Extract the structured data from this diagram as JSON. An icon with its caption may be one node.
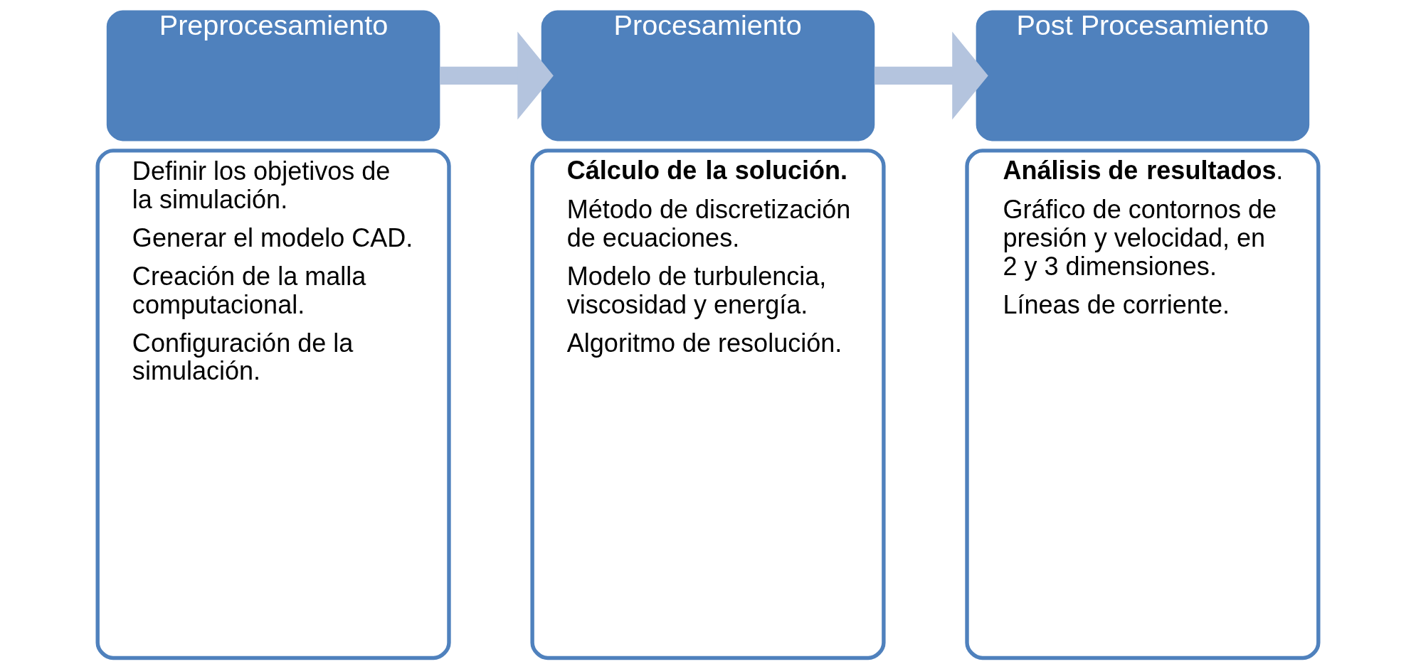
{
  "diagram": {
    "nodes": [
      {
        "text": [
          "Preprocesamiento"
        ]
      },
      {
        "text": [
          "Definir los objetivos de la simulación.",
          "Generar el modelo CAD.",
          "Creación de la malla computacional.",
          "Configuración de la simulación."
        ]
      },
      {
        "text": [
          "Procesamiento"
        ]
      },
      {
        "text": [
          "**Cálculo de la solución.**",
          "Método de discretización de ecuaciones.",
          "Modelo de turbulencia, viscosidad y energía.",
          "Algoritmo de resolución."
        ]
      },
      {
        "text": [
          "Post Procesamiento"
        ]
      },
      {
        "text": [
          "**Análisis de resultados**.",
          "Gráfico de contornos de presión y velocidad, en 2 y 3 dimensiones.",
          "Líneas de corriente."
        ]
      }
    ],
    "edges": [
      {
        "from": 0,
        "to": 2,
        "arrow": "to"
      },
      {
        "from": 2,
        "to": 4,
        "arrow": "to"
      }
    ]
  }
}
